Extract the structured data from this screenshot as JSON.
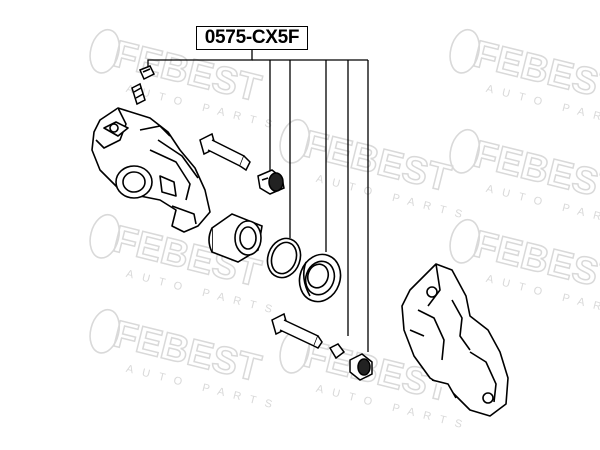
{
  "part_number": "0575-CX5F",
  "watermark": {
    "brand": "FEBEST",
    "tagline": "AUTO PARTS",
    "color": "#d9d9d9"
  },
  "components": [
    "caliper-body",
    "bleeder-cap",
    "bleeder-screw",
    "upper-guide-pin",
    "upper-pin-boot",
    "piston",
    "piston-seal",
    "piston-dust-boot",
    "lower-guide-pin",
    "lower-pin-bushing",
    "lower-pin-boot",
    "caliper-bracket"
  ],
  "colors": {
    "ink": "#000000",
    "background": "#ffffff"
  }
}
